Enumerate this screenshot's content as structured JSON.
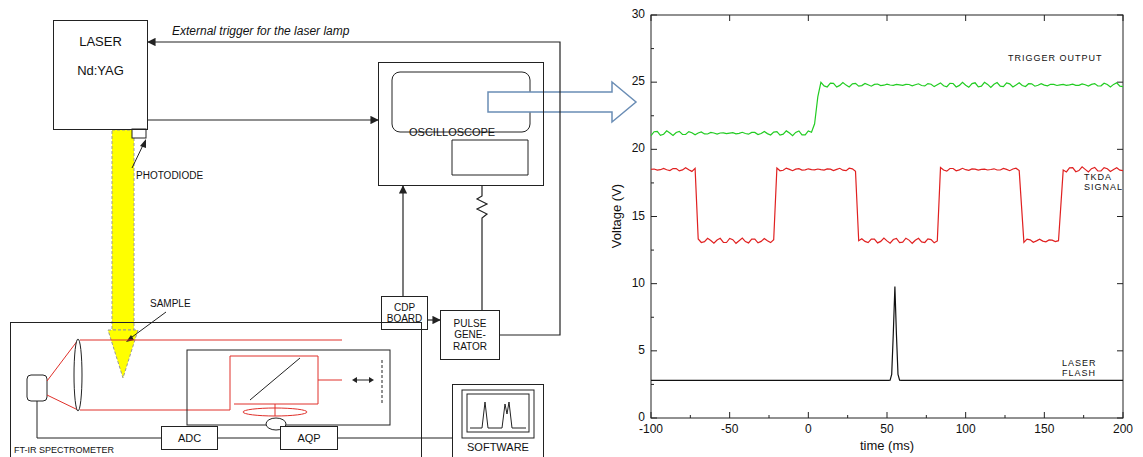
{
  "diagram": {
    "nodes": [
      {
        "text": [
          "LASER",
          "Nd:YAG"
        ]
      },
      {
        "text": [
          "OSCILLOSCOPE"
        ]
      },
      {
        "text": [
          "CDP BOARD"
        ]
      },
      {
        "text": [
          "PULSE GENE- RATOR"
        ]
      },
      {
        "text": [
          "FT-IR SPECTROMETER"
        ]
      },
      {
        "text": [
          "ADC"
        ],
        "in": 4
      },
      {
        "text": [
          "AQP"
        ],
        "in": 4
      },
      {
        "text": [
          "SOFTWARE"
        ]
      }
    ],
    "edges": [
      {
        "from": 0,
        "to": 1,
        "arrow": "to"
      },
      {
        "from": 3,
        "to": 0,
        "arrow": "to",
        "label": "External trigger for the laser lamp"
      },
      {
        "from": 2,
        "to": 1,
        "arrow": "to"
      },
      {
        "from": 2,
        "to": 3,
        "arrow": "to"
      },
      {
        "from": 3,
        "to": 1,
        "arrow": "none"
      },
      {
        "from": 5,
        "to": 6,
        "arrow": "none"
      },
      {
        "from": 6,
        "to": 7,
        "arrow": "none"
      }
    ],
    "labels": [
      "PHOTODIODE",
      "SAMPLE",
      "30",
      "25",
      "20",
      "15",
      "10",
      "5",
      "0",
      "-100",
      "-50",
      "0",
      "50",
      "100",
      "150",
      "200",
      "Voltage (V)",
      "time (ms)",
      "TRIGGER OUTPUT",
      "TKDA SIGNAL",
      "LASER FLASH"
    ]
  }
}
